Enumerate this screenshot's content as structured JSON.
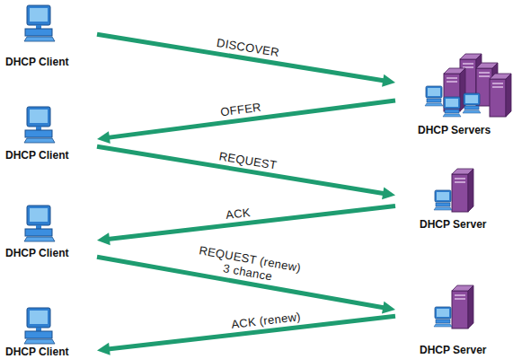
{
  "diagram": {
    "nodes": [
      {
        "text": [
          "DHCP Client"
        ]
      },
      {
        "text": [
          "DHCP Servers"
        ]
      },
      {
        "text": [
          "DHCP Client"
        ]
      },
      {
        "text": [
          "DHCP Server"
        ]
      },
      {
        "text": [
          "DHCP Client"
        ]
      },
      {
        "text": [
          "DHCP Server"
        ]
      },
      {
        "text": [
          "DHCP Client"
        ]
      }
    ],
    "edges": [
      {
        "from": 0,
        "to": 1,
        "label": "DISCOVER",
        "arrow": "to"
      },
      {
        "from": 1,
        "to": 2,
        "label": "OFFER",
        "arrow": "to"
      },
      {
        "from": 2,
        "to": 3,
        "label": "REQUEST",
        "arrow": "to"
      },
      {
        "from": 3,
        "to": 4,
        "label": "ACK",
        "arrow": "to"
      },
      {
        "from": 4,
        "to": 5,
        "label": "REQUEST (renew) 3 chance",
        "arrow": "to"
      },
      {
        "from": 5,
        "to": 6,
        "label": "ACK (renew)",
        "arrow": "to"
      }
    ]
  }
}
